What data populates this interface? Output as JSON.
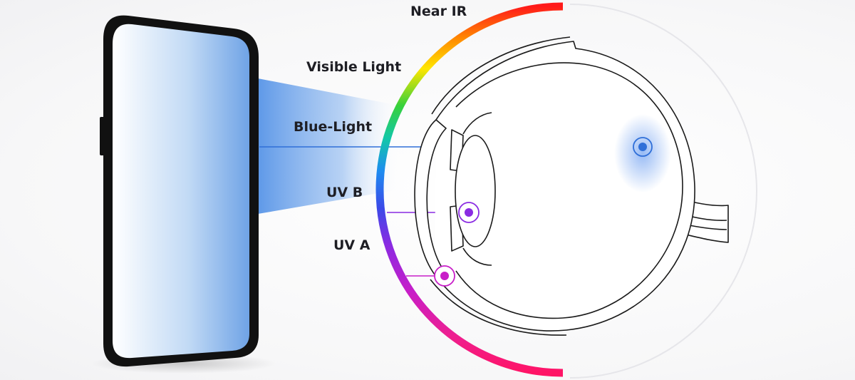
{
  "spectrum": {
    "labels": {
      "near_ir": "Near IR",
      "visible_light": "Visible Light",
      "blue_light": "Blue-Light",
      "uv_b": "UV B",
      "uv_a": "UV A"
    }
  },
  "colors": {
    "blue_light": "#2f6fd8",
    "uv_b": "#8a2be2",
    "uv_a": "#c81ec8",
    "phone_body": "#111111",
    "eye_outline": "#1a1a1a"
  },
  "icons": {
    "phone": "smartphone-icon",
    "eye": "eye-cross-section-icon"
  }
}
